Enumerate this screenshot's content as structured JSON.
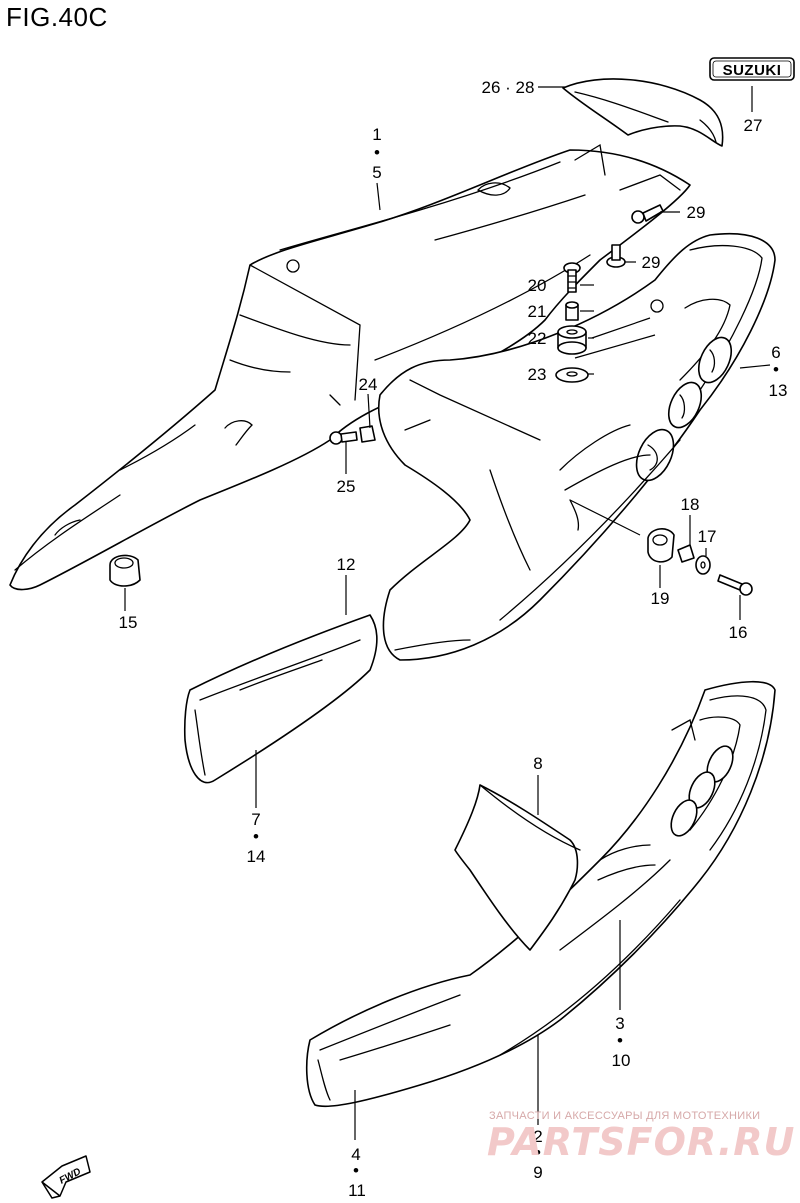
{
  "figure": {
    "title": "FIG.40C"
  },
  "logo": {
    "text": "SUZUKI"
  },
  "fwd_label": "FWD",
  "callouts": {
    "c1": "1",
    "c5": "5",
    "c26_28": "26 · 28",
    "c27": "27",
    "c29a": "29",
    "c29b": "29",
    "c20": "20",
    "c21": "21",
    "c22": "22",
    "c23": "23",
    "c24": "24",
    "c25": "25",
    "c6": "6",
    "c13": "13",
    "c18": "18",
    "c17": "17",
    "c19": "19",
    "c16": "16",
    "c12": "12",
    "c15": "15",
    "c7": "7",
    "c14": "14",
    "c8": "8",
    "c3": "3",
    "c10": "10",
    "c2": "2",
    "c9": "9",
    "c4": "4",
    "c11": "11",
    "dot": "•"
  },
  "watermark": {
    "line1": "ЗАПЧАСТИ И АКСЕССУАРЫ ДЛЯ МОТОТЕХНИКИ",
    "brand": "PARTSFOR.RU"
  }
}
